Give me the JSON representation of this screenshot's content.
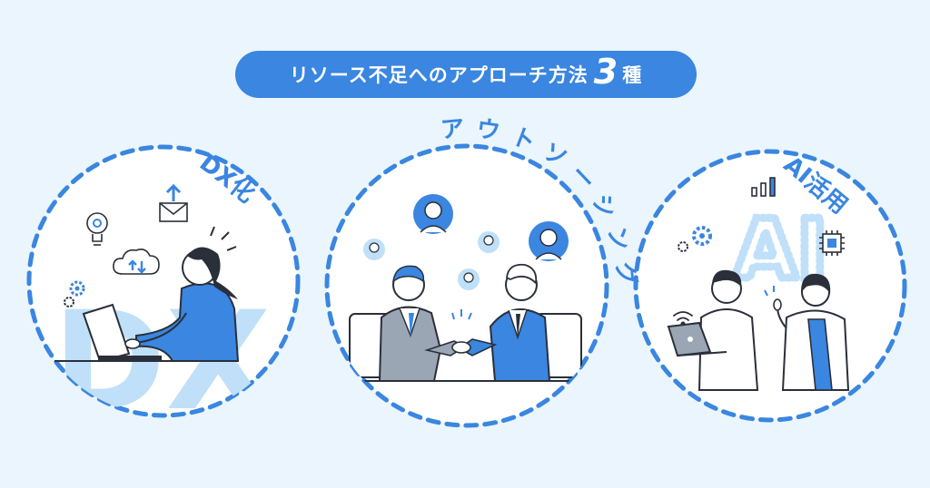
{
  "title": {
    "prefix": "リソース不足へのアプローチ方法",
    "number": "3",
    "suffix": "種"
  },
  "circles": [
    {
      "label": "DX化",
      "watermark": "DX",
      "icons": [
        "upload-mail-icon",
        "lightbulb-gear-icon",
        "cloud-sync-icon",
        "gear-icon"
      ]
    },
    {
      "label": "アウトソーシング",
      "icons": [
        "person-avatar-icon",
        "handshake-icon"
      ]
    },
    {
      "label": "AI活用",
      "watermark": "AI",
      "icons": [
        "bar-chart-icon",
        "chip-icon",
        "gear-icon",
        "wifi-icon"
      ]
    }
  ],
  "colors": {
    "background": "#eaf5fd",
    "accent": "#3a86e0",
    "light_blue": "#bfe0f8",
    "ink": "#2a2f3a"
  }
}
